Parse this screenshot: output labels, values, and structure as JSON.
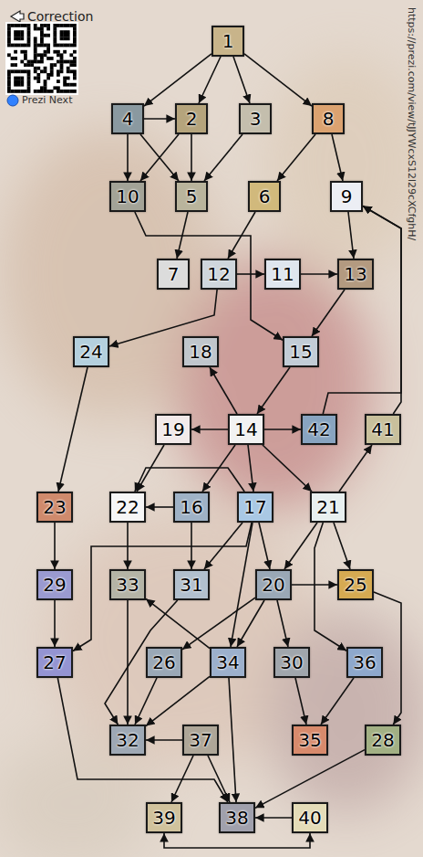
{
  "diagram": {
    "nodes": [
      {
        "text": [
          "1"
        ]
      },
      {
        "text": [
          "2"
        ]
      },
      {
        "text": [
          "3"
        ]
      },
      {
        "text": [
          "4"
        ]
      },
      {
        "text": [
          "5"
        ]
      },
      {
        "text": [
          "6"
        ]
      },
      {
        "text": [
          "7"
        ]
      },
      {
        "text": [
          "8"
        ]
      },
      {
        "text": [
          "9"
        ]
      },
      {
        "text": [
          "10"
        ]
      },
      {
        "text": [
          "11"
        ]
      },
      {
        "text": [
          "12"
        ]
      },
      {
        "text": [
          "13"
        ]
      },
      {
        "text": [
          "14"
        ]
      },
      {
        "text": [
          "15"
        ]
      },
      {
        "text": [
          "16"
        ]
      },
      {
        "text": [
          "17"
        ]
      },
      {
        "text": [
          "18"
        ]
      },
      {
        "text": [
          "19"
        ]
      },
      {
        "text": [
          "20"
        ]
      },
      {
        "text": [
          "21"
        ]
      },
      {
        "text": [
          "22"
        ]
      },
      {
        "text": [
          "23"
        ]
      },
      {
        "text": [
          "24"
        ]
      },
      {
        "text": [
          "25"
        ]
      },
      {
        "text": [
          "26"
        ]
      },
      {
        "text": [
          "27"
        ]
      },
      {
        "text": [
          "28"
        ]
      },
      {
        "text": [
          "29"
        ]
      },
      {
        "text": [
          "30"
        ]
      },
      {
        "text": [
          "31"
        ]
      },
      {
        "text": [
          "32"
        ]
      },
      {
        "text": [
          "33"
        ]
      },
      {
        "text": [
          "34"
        ]
      },
      {
        "text": [
          "35"
        ]
      },
      {
        "text": [
          "36"
        ]
      },
      {
        "text": [
          "37"
        ]
      },
      {
        "text": [
          "38"
        ]
      },
      {
        "text": [
          "39"
        ]
      },
      {
        "text": [
          "40"
        ]
      },
      {
        "text": [
          "41"
        ]
      },
      {
        "text": [
          "42"
        ]
      }
    ],
    "edges": [
      {
        "from": 0,
        "to": 7,
        "arrow": "to"
      },
      {
        "from": 0,
        "to": 2,
        "arrow": "to"
      },
      {
        "from": 0,
        "to": 1,
        "arrow": "to"
      },
      {
        "from": 0,
        "to": 3,
        "arrow": "to"
      },
      {
        "from": 3,
        "to": 1,
        "arrow": "to"
      },
      {
        "from": 3,
        "to": 4,
        "arrow": "to"
      },
      {
        "from": 3,
        "to": 9,
        "arrow": "to"
      },
      {
        "from": 1,
        "to": 4,
        "arrow": "to"
      },
      {
        "from": 1,
        "to": 9,
        "arrow": "to"
      },
      {
        "from": 2,
        "to": 4,
        "arrow": "to"
      },
      {
        "from": 7,
        "to": 8,
        "arrow": "to"
      },
      {
        "from": 7,
        "to": 5,
        "arrow": "to"
      },
      {
        "from": 4,
        "to": 6,
        "arrow": "to"
      },
      {
        "from": 5,
        "to": 11,
        "arrow": "to"
      },
      {
        "from": 9,
        "to": 14,
        "arrow": "to"
      },
      {
        "from": 11,
        "to": 10,
        "arrow": "to"
      },
      {
        "from": 11,
        "to": 23,
        "arrow": "to"
      },
      {
        "from": 10,
        "to": 12,
        "arrow": "to"
      },
      {
        "from": 8,
        "to": 12,
        "arrow": "to"
      },
      {
        "from": 12,
        "to": 14,
        "arrow": "to"
      },
      {
        "from": 14,
        "to": 13,
        "arrow": "to"
      },
      {
        "from": 13,
        "to": 41,
        "arrow": "to"
      },
      {
        "from": 13,
        "to": 20,
        "arrow": "to"
      },
      {
        "from": 13,
        "to": 16,
        "arrow": "to"
      },
      {
        "from": 13,
        "to": 15,
        "arrow": "to"
      },
      {
        "from": 13,
        "to": 18,
        "arrow": "to"
      },
      {
        "from": 13,
        "to": 17,
        "arrow": "to"
      },
      {
        "from": 41,
        "to": 8,
        "arrow": "to"
      },
      {
        "from": 40,
        "to": 8,
        "arrow": "to"
      },
      {
        "from": 20,
        "to": 40,
        "arrow": "to"
      },
      {
        "from": 20,
        "to": 24,
        "arrow": "to"
      },
      {
        "from": 20,
        "to": 35,
        "arrow": "to"
      },
      {
        "from": 20,
        "to": 19,
        "arrow": "to"
      },
      {
        "from": 24,
        "to": 27,
        "arrow": "to"
      },
      {
        "from": 27,
        "to": 37,
        "arrow": "to"
      },
      {
        "from": 35,
        "to": 34,
        "arrow": "to"
      },
      {
        "from": 29,
        "to": 34,
        "arrow": "to"
      },
      {
        "from": 19,
        "to": 24,
        "arrow": "to"
      },
      {
        "from": 19,
        "to": 29,
        "arrow": "to"
      },
      {
        "from": 19,
        "to": 25,
        "arrow": "to"
      },
      {
        "from": 19,
        "to": 33,
        "arrow": "to"
      },
      {
        "from": 16,
        "to": 19,
        "arrow": "to"
      },
      {
        "from": 16,
        "to": 33,
        "arrow": "to"
      },
      {
        "from": 16,
        "to": 30,
        "arrow": "to"
      },
      {
        "from": 16,
        "to": 21,
        "arrow": "to"
      },
      {
        "from": 16,
        "to": 26,
        "arrow": "to"
      },
      {
        "from": 15,
        "to": 30,
        "arrow": "to"
      },
      {
        "from": 15,
        "to": 21,
        "arrow": "to"
      },
      {
        "from": 18,
        "to": 21,
        "arrow": "to"
      },
      {
        "from": 21,
        "to": 32,
        "arrow": "to"
      },
      {
        "from": 32,
        "to": 31,
        "arrow": "to"
      },
      {
        "from": 33,
        "to": 37,
        "arrow": "to"
      },
      {
        "from": 33,
        "to": 32,
        "arrow": "to"
      },
      {
        "from": 33,
        "to": 31,
        "arrow": "to"
      },
      {
        "from": 25,
        "to": 31,
        "arrow": "to"
      },
      {
        "from": 30,
        "to": 31,
        "arrow": "to"
      },
      {
        "from": 36,
        "to": 37,
        "arrow": "to"
      },
      {
        "from": 36,
        "to": 38,
        "arrow": "to"
      },
      {
        "from": 36,
        "to": 31,
        "arrow": "to"
      },
      {
        "from": 39,
        "to": 37,
        "arrow": "to"
      },
      {
        "from": 38,
        "to": 39,
        "arrow": "both"
      },
      {
        "from": 23,
        "to": 22,
        "arrow": "to"
      },
      {
        "from": 22,
        "to": 28,
        "arrow": "to"
      },
      {
        "from": 28,
        "to": 26,
        "arrow": "to"
      },
      {
        "from": 26,
        "to": 37,
        "arrow": "to"
      }
    ],
    "labels": [
      "https://prezi.com/view/tJJYWcxS12l29cXCfghH/",
      "Correction",
      "Prezi Next"
    ]
  }
}
